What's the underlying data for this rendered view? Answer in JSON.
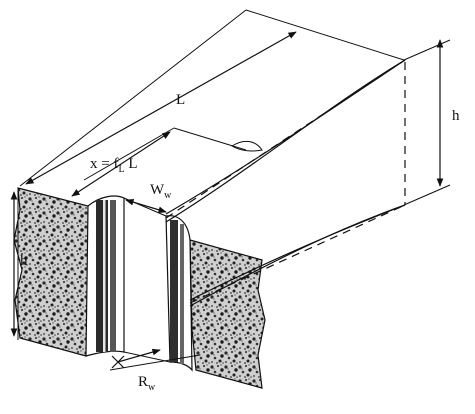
{
  "labels": {
    "length": "L",
    "height_right": "h",
    "height_left": "h",
    "fracture_x": "x = f",
    "fracture_x_sub": "L",
    "fracture_x_tail": " L",
    "width": "W",
    "width_sub": "w",
    "wellbore_radius": "R",
    "wellbore_radius_sub": "w"
  },
  "colors": {
    "ink": "#111111",
    "formation_dark": "#2a2a2a",
    "formation_light": "#d8d8d8"
  }
}
